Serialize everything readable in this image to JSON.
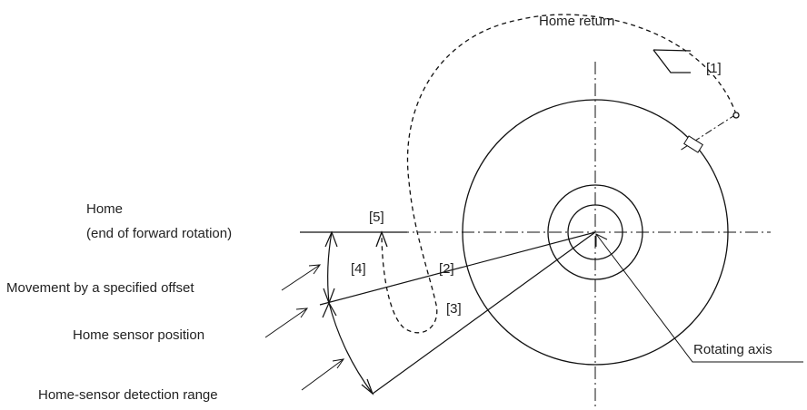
{
  "labels": {
    "home_return": "Home return",
    "step_1": "[1]",
    "step_2": "[2]",
    "step_3": "[3]",
    "step_4": "[4]",
    "step_5": "[5]",
    "home_line1": "Home",
    "home_line2": "(end of forward rotation)",
    "offset_movement": "Movement by a specified offset",
    "home_sensor_position": "Home sensor position",
    "detection_range": "Home-sensor detection range",
    "rotating_axis": "Rotating axis"
  },
  "colors": {
    "line": "#111111",
    "text": "#222222",
    "background": "#ffffff"
  }
}
